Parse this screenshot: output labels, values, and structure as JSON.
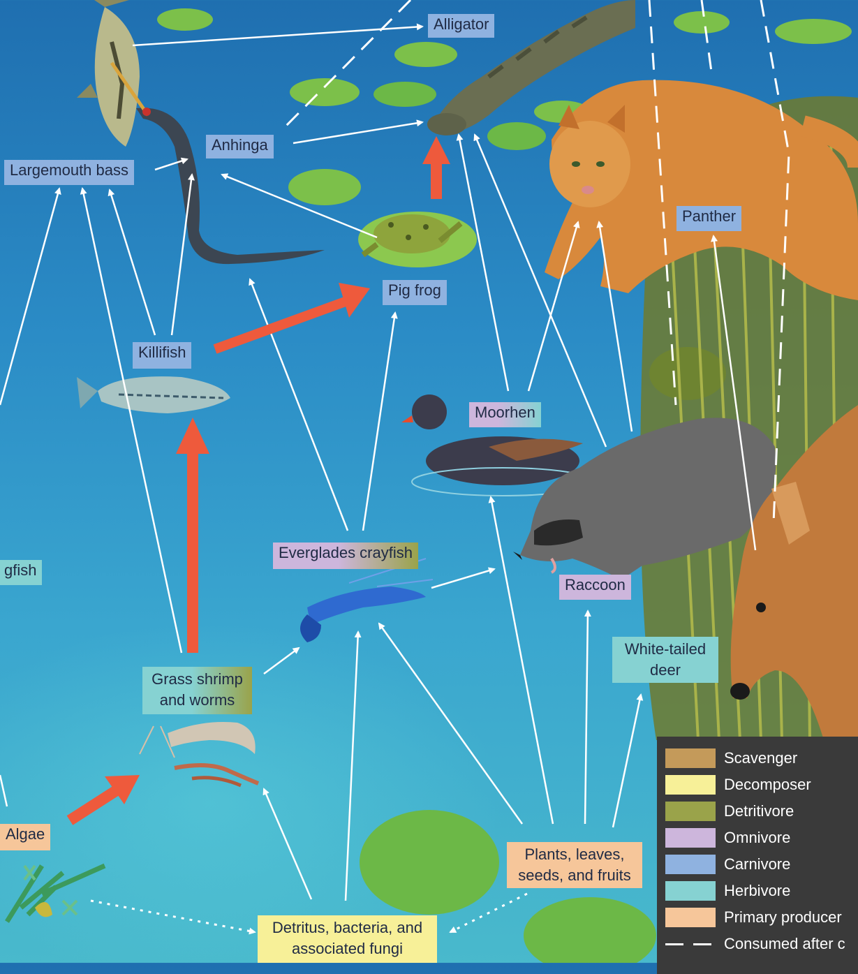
{
  "nodes": {
    "alligator": "Alligator",
    "anhinga": "Anhinga",
    "largemouth_bass": "Largemouth bass",
    "panther": "Panther",
    "pig_frog": "Pig frog",
    "killifish": "Killifish",
    "moorhen": "Moorhen",
    "dogfish_partial": "gfish",
    "everglades_crayfish": "Everglades crayfish",
    "raccoon": "Raccoon",
    "white_tailed_deer_line1": "White-tailed",
    "white_tailed_deer_line2": "deer",
    "grass_shrimp_line1": "Grass shrimp",
    "grass_shrimp_line2": "and worms",
    "algae": "Algae",
    "plants_line1": "Plants, leaves,",
    "plants_line2": "seeds, and fruits",
    "detritus_line1": "Detritus, bacteria, and",
    "detritus_line2": "associated fungi"
  },
  "legend": {
    "items": [
      {
        "label": "Scavenger",
        "color": "#c49a5a"
      },
      {
        "label": "Decomposer",
        "color": "#f7f098"
      },
      {
        "label": "Detritivore",
        "color": "#9aa34a"
      },
      {
        "label": "Omnivore",
        "color": "#cdb6dc"
      },
      {
        "label": "Carnivore",
        "color": "#8fb2e0"
      },
      {
        "label": "Herbivore",
        "color": "#86d2d2"
      },
      {
        "label": "Primary producer",
        "color": "#f6c69a"
      }
    ],
    "dashed_label": "Consumed after c"
  },
  "colors": {
    "arrow": "#ffffff",
    "highlight_arrow": "#ee5a3c"
  },
  "illustrations": [
    "largemouth-bass",
    "anhinga",
    "alligator",
    "panther",
    "pig-frog",
    "killifish",
    "moorhen",
    "raccoon",
    "white-tailed-deer",
    "everglades-crayfish",
    "grass-shrimp",
    "algae",
    "lily-pads",
    "marsh-grass"
  ]
}
